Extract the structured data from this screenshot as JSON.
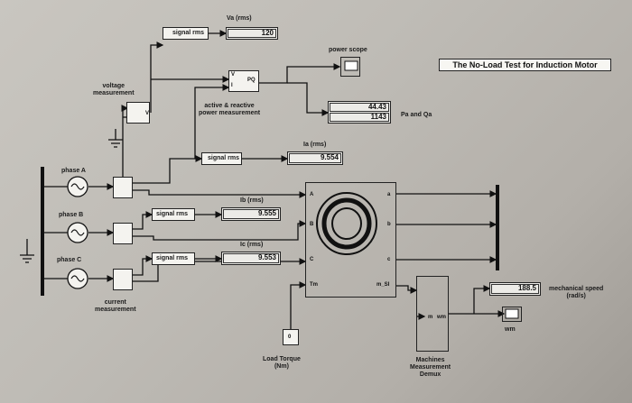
{
  "diagram": {
    "title": "The No-Load Test for Induction Motor",
    "labels": {
      "va_rms": "Va (rms)",
      "signal_rms": "signal rms",
      "power_scope": "power scope",
      "voltage_measurement": "voltage\nmeasurement",
      "active_reactive": "active & reactive\npower measurement",
      "pq": "PQ",
      "v": "V",
      "i": "I",
      "pa_qa": "Pa and Qa",
      "ia_rms": "Ia (rms)",
      "ib_rms": "Ib (rms)",
      "ic_rms": "Ic (rms)",
      "phase_a": "phase A",
      "phase_b": "phase B",
      "phase_c": "phase C",
      "current_measurement": "current\nmeasurement",
      "load_torque": "Load Torque\n(Nm)",
      "machines_demux": "Machines\nMeasurement\nDemux",
      "mechanical_speed": "mechanical speed\n(rad/s)",
      "wm": "wm",
      "m_port": "m",
      "wm_port": "wm",
      "port_a_in": "A",
      "port_b_in": "B",
      "port_c_in": "C",
      "port_tm": "Tm",
      "port_a_out": "a",
      "port_b_out": "b",
      "port_c_out": "c",
      "port_m_si": "m_SI"
    },
    "values": {
      "va_rms": "120",
      "pa": "44.43",
      "qa": "1143",
      "ia_rms": "9.554",
      "ib_rms": "9.555",
      "ic_rms": "9.553",
      "load_torque": "0",
      "mechanical_speed": "188.5"
    }
  }
}
